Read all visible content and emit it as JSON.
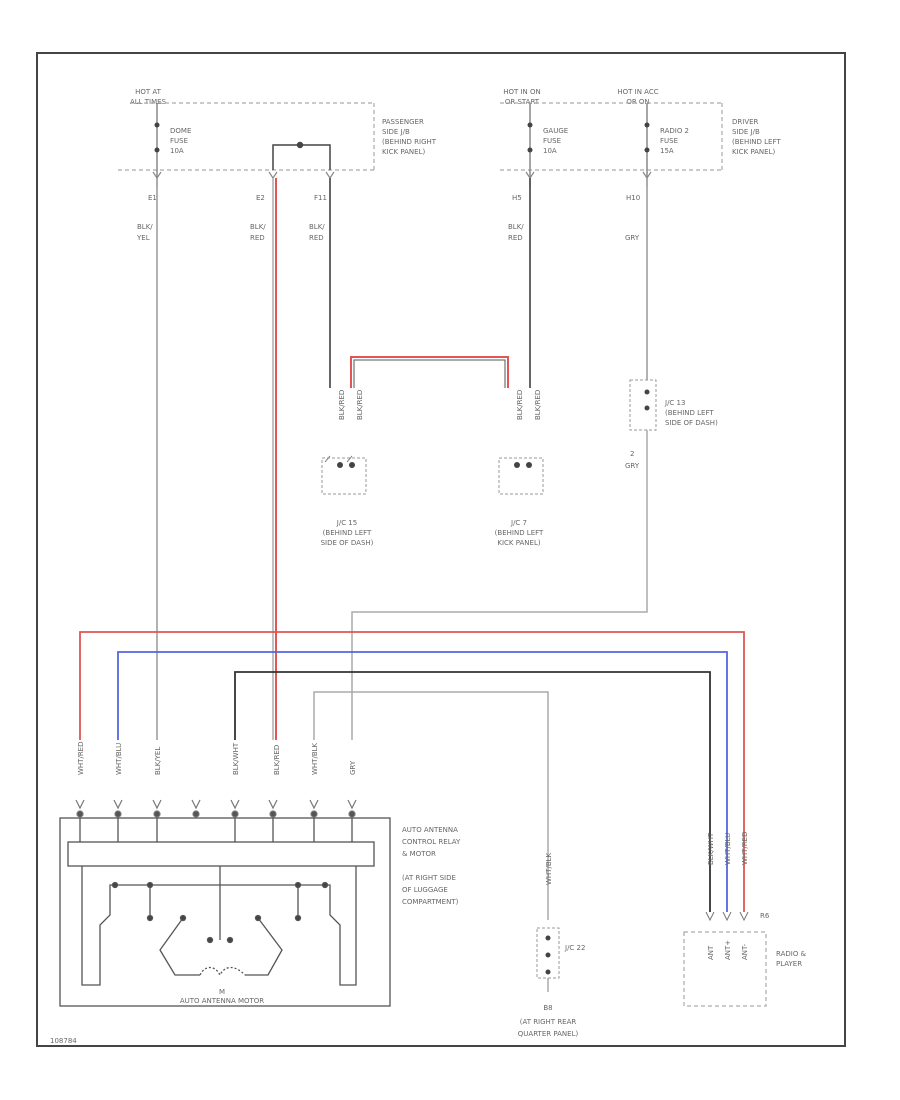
{
  "power_sources": [
    {
      "id": "hot_at_all_times",
      "lines": [
        "HOT AT",
        "ALL TIMES"
      ]
    },
    {
      "id": "hot_in_on_or_start",
      "lines": [
        "HOT IN ON",
        "OR START"
      ]
    },
    {
      "id": "hot_in_acc_or_on",
      "lines": [
        "HOT IN ACC",
        "OR ON"
      ]
    }
  ],
  "fuses": [
    {
      "id": "dome",
      "lines": [
        "DOME",
        "FUSE",
        "10A"
      ]
    },
    {
      "id": "gauge",
      "lines": [
        "GAUGE",
        "FUSE",
        "10A"
      ]
    },
    {
      "id": "radio2",
      "lines": [
        "RADIO 2",
        "FUSE",
        "15A"
      ]
    }
  ],
  "junction_blocks": [
    {
      "id": "passenger_jb",
      "lines": [
        "PASSENGER",
        "SIDE J/B",
        "(BEHIND RIGHT",
        "KICK PANEL)"
      ]
    },
    {
      "id": "driver_jb",
      "lines": [
        "DRIVER",
        "SIDE J/B",
        "(BEHIND LEFT",
        "KICK PANEL)"
      ]
    }
  ],
  "pins": {
    "e1": "E1",
    "e2": "E2",
    "f11": "F11",
    "h5": "H5",
    "h10": "H10"
  },
  "wire_colors": [
    {
      "id": "e1",
      "lines": [
        "BLK/",
        "YEL"
      ]
    },
    {
      "id": "e2",
      "lines": [
        "BLK/",
        "RED"
      ]
    },
    {
      "id": "f11",
      "lines": [
        "BLK/",
        "RED"
      ]
    },
    {
      "id": "h5",
      "lines": [
        "BLK/",
        "RED"
      ]
    },
    {
      "id": "h10",
      "lines": [
        "GRY"
      ]
    }
  ],
  "junction_connectors": [
    {
      "id": "jc13",
      "lines": [
        "J/C 13",
        "(BEHIND LEFT",
        "SIDE OF DASH)"
      ]
    },
    {
      "id": "jc15",
      "lines": [
        "J/C 15",
        "(BEHIND LEFT",
        "SIDE OF DASH)"
      ]
    },
    {
      "id": "jc7",
      "lines": [
        "J/C 7",
        "(BEHIND LEFT",
        "KICK PANEL)"
      ]
    },
    {
      "id": "jc22",
      "lines": [
        "J/C 22"
      ]
    }
  ],
  "jc13_pin": {
    "pin": "2",
    "wire": "GRY"
  },
  "motor_connector_wires": [
    "WHT/RED",
    "WHT/BLU",
    "BLK/YEL",
    "",
    "BLK/WHT",
    "BLK/RED",
    "WHT/BLK",
    "GRY"
  ],
  "jc_wires_vertical": [
    "BLK/RED",
    "BLK/RED"
  ],
  "radio_wires": [
    "BLK/WHT",
    "WHT/BLU",
    "WHT/RED"
  ],
  "radio_pins": [
    "ANT",
    "ANT+",
    "ANT-"
  ],
  "components": {
    "relay_label": [
      "AUTO ANTENNA",
      "CONTROL RELAY",
      "& MOTOR",
      "(AT RIGHT SIDE",
      "OF LUGGAGE",
      "COMPARTMENT)"
    ],
    "motor_label": "AUTO ANTENNA MOTOR",
    "motor_symbol": "M",
    "radio_ref": "R6",
    "radio_label": [
      "RADIO &",
      "PLAYER"
    ],
    "ground_id": "B8",
    "ground_label": [
      "(AT RIGHT REAR",
      "QUARTER PANEL)"
    ],
    "ground_wire": "WHT/BLK"
  },
  "diagram_id": "108784",
  "colors": {
    "red": "#e05555",
    "blue": "#5566dd",
    "dark": "#333333",
    "gray": "#999999",
    "frame": "#444444"
  }
}
